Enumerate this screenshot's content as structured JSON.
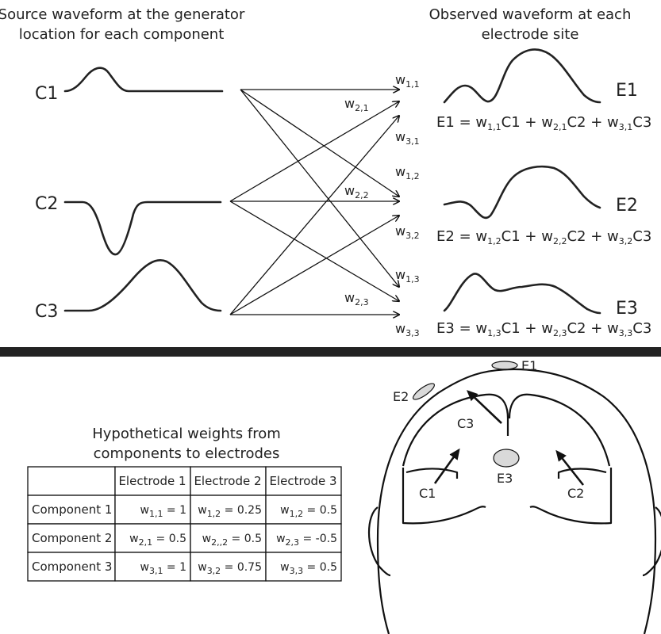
{
  "top": {
    "source_title": [
      "Source waveform at the generator",
      "location for each component"
    ],
    "observed_title": [
      "Observed waveform at each",
      "electrode site"
    ],
    "components": [
      "C1",
      "C2",
      "C3"
    ],
    "electrodes": [
      "E1",
      "E2",
      "E3"
    ],
    "weight_labels": {
      "w11": {
        "b": "w",
        "s": "1,1"
      },
      "w21": {
        "b": "w",
        "s": "2,1"
      },
      "w31": {
        "b": "w",
        "s": "3,1"
      },
      "w12": {
        "b": "w",
        "s": "1,2"
      },
      "w22": {
        "b": "w",
        "s": "2,2"
      },
      "w32": {
        "b": "w",
        "s": "3,2"
      },
      "w13": {
        "b": "w",
        "s": "1,3"
      },
      "w23": {
        "b": "w",
        "s": "2,3"
      },
      "w33": {
        "b": "w",
        "s": "3,3"
      }
    },
    "equations": [
      {
        "lhs": "E1",
        "t1": {
          "b": "w",
          "s": "1,1",
          "c": "C1"
        },
        "t2": {
          "b": "w",
          "s": "2,1",
          "c": "C2"
        },
        "t3": {
          "b": "w",
          "s": "3,1",
          "c": "C3"
        }
      },
      {
        "lhs": "E2",
        "t1": {
          "b": "w",
          "s": "1,2",
          "c": "C1"
        },
        "t2": {
          "b": "w",
          "s": "2,2",
          "c": "C2"
        },
        "t3": {
          "b": "w",
          "s": "3,2",
          "c": "C3"
        }
      },
      {
        "lhs": "E3",
        "t1": {
          "b": "w",
          "s": "1,3",
          "c": "C1"
        },
        "t2": {
          "b": "w",
          "s": "2,3",
          "c": "C2"
        },
        "t3": {
          "b": "w",
          "s": "3,3",
          "c": "C3"
        }
      }
    ],
    "eq_symbol": "=",
    "plus_symbol": "+"
  },
  "table": {
    "title": [
      "Hypothetical weights from",
      "components to electrodes"
    ],
    "columns": [
      "",
      "Electrode 1",
      "Electrode 2",
      "Electrode 3"
    ],
    "rows": [
      {
        "label": "Component 1",
        "cells": [
          {
            "b": "w",
            "s": "1,1",
            "v": " = 1"
          },
          {
            "b": "w",
            "s": "1,2",
            "v": " = 0.25"
          },
          {
            "b": "w",
            "s": "1,2",
            "v": " = 0.5"
          }
        ]
      },
      {
        "label": "Component 2",
        "cells": [
          {
            "b": "w",
            "s": "2,1",
            "v": " = 0.5"
          },
          {
            "b": "w",
            "s": "2,,2",
            "v": " = 0.5"
          },
          {
            "b": "w",
            "s": "2,3",
            "v": " = -0.5"
          }
        ]
      },
      {
        "label": "Component 3",
        "cells": [
          {
            "b": "w",
            "s": "3,1",
            "v": " = 1"
          },
          {
            "b": "w",
            "s": "3,2",
            "v": " = 0.75"
          },
          {
            "b": "w",
            "s": "3,3",
            "v": " = 0.5"
          }
        ]
      }
    ]
  },
  "head": {
    "electrodes": [
      "E1",
      "E2",
      "E3"
    ],
    "components": [
      "C1",
      "C2",
      "C3"
    ]
  },
  "colors": {
    "electrode_fill": "#d9d9d9",
    "divider": "#222222",
    "top_panel_bg": "#ffffff"
  }
}
